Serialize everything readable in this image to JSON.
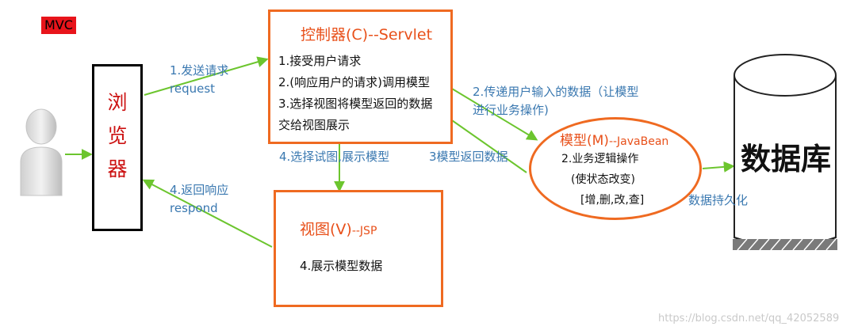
{
  "mvc_tag": "MVC",
  "browser": {
    "chars": [
      "浏",
      "览",
      "器"
    ]
  },
  "controller": {
    "title": "控制器(C)--Servlet",
    "steps": [
      "1.接受用户请求",
      "2.(响应用户的请求)调用模型",
      "3.选择视图将模型返回的数据",
      "交给视图展示"
    ]
  },
  "view": {
    "title_main": "视图(V)",
    "title_sub": "--JSP",
    "step": "4.展示模型数据"
  },
  "model": {
    "title_main": "模型(M)",
    "title_sub": "--JavaBean",
    "lines": [
      "2.业务逻辑操作",
      "(使状态改变)",
      "[增,删,改,查]"
    ]
  },
  "database": {
    "label": "数据库"
  },
  "edge_labels": {
    "send_request": [
      "1.发送请求",
      "request"
    ],
    "pass_data": [
      "2.传递用户输入的数据（让模型",
      "进行业务操作)"
    ],
    "select_view": "4.选择试图,展示模型",
    "model_return": "3模型返回数据",
    "respond": [
      "4.返回响应",
      "respond"
    ],
    "persist": "数据持久化"
  },
  "watermark": "https://blog.csdn.net/qq_42052589",
  "colors": {
    "orange": "#ef6a21",
    "arrow": "#6cc52e",
    "blue_text": "#3a78b0",
    "browser_text": "#cc1111",
    "tag_bg": "#e8141b"
  }
}
